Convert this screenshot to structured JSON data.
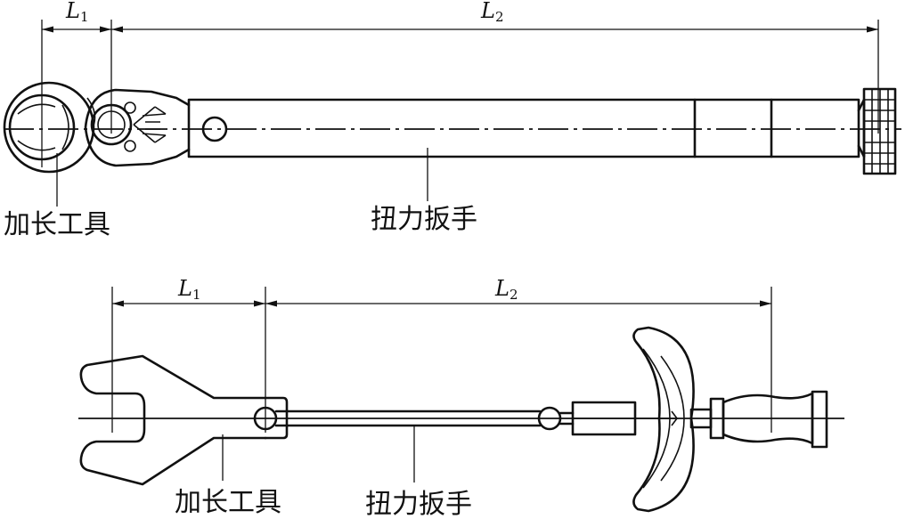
{
  "top_figure": {
    "dim_1": {
      "letter": "L",
      "sub": "1"
    },
    "dim_2": {
      "letter": "L",
      "sub": "2"
    },
    "label_extension_tool": "加长工具",
    "label_torque_wrench": "扭力扳手"
  },
  "bottom_figure": {
    "dim_1": {
      "letter": "L",
      "sub": "1"
    },
    "dim_2": {
      "letter": "L",
      "sub": "2"
    },
    "label_extension_tool": "加长工具",
    "label_torque_wrench": "扭力扳手"
  }
}
